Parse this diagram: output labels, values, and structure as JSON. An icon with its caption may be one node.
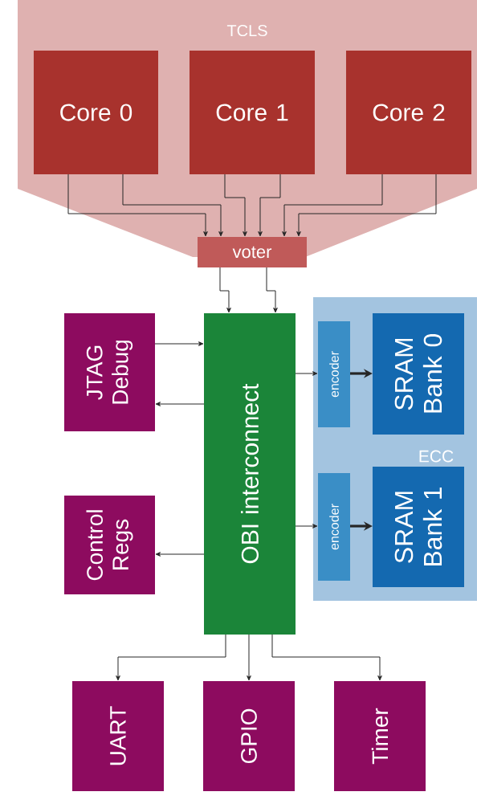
{
  "diagram": {
    "nodes": [
      {
        "text": [
          "TCLS"
        ]
      },
      {
        "text": [
          "Core 0"
        ],
        "in": 0
      },
      {
        "text": [
          "Core 1"
        ],
        "in": 0
      },
      {
        "text": [
          "Core 2"
        ],
        "in": 0
      },
      {
        "text": [
          "voter"
        ]
      },
      {
        "text": [
          "OBI interconnect"
        ]
      },
      {
        "text": [
          "JTAG Debug"
        ]
      },
      {
        "text": [
          "Control Regs"
        ]
      },
      {
        "text": [
          "ECC"
        ]
      },
      {
        "text": [
          "encoder"
        ],
        "in": 8
      },
      {
        "text": [
          "SRAM Bank 0"
        ],
        "in": 8
      },
      {
        "text": [
          "encoder"
        ],
        "in": 8
      },
      {
        "text": [
          "SRAM Bank 1"
        ],
        "in": 8
      },
      {
        "text": [
          "UART"
        ]
      },
      {
        "text": [
          "GPIO"
        ]
      },
      {
        "text": [
          "Timer"
        ]
      }
    ],
    "edges": [
      {
        "from": 1,
        "to": 4,
        "arrow": "to"
      },
      {
        "from": 1,
        "to": 4,
        "arrow": "to"
      },
      {
        "from": 2,
        "to": 4,
        "arrow": "to"
      },
      {
        "from": 2,
        "to": 4,
        "arrow": "to"
      },
      {
        "from": 3,
        "to": 4,
        "arrow": "to"
      },
      {
        "from": 3,
        "to": 4,
        "arrow": "to"
      },
      {
        "from": 4,
        "to": 5,
        "arrow": "to"
      },
      {
        "from": 4,
        "to": 5,
        "arrow": "to"
      },
      {
        "from": 6,
        "to": 5,
        "arrow": "to"
      },
      {
        "from": 5,
        "to": 6,
        "arrow": "to"
      },
      {
        "from": 5,
        "to": 7,
        "arrow": "to"
      },
      {
        "from": 5,
        "to": 9,
        "arrow": "to"
      },
      {
        "from": 9,
        "to": 10,
        "arrow": "to",
        "style": "thick"
      },
      {
        "from": 5,
        "to": 11,
        "arrow": "to"
      },
      {
        "from": 11,
        "to": 12,
        "arrow": "to",
        "style": "thick"
      },
      {
        "from": 5,
        "to": 13,
        "arrow": "to"
      },
      {
        "from": 5,
        "to": 14,
        "arrow": "to"
      },
      {
        "from": 5,
        "to": 15,
        "arrow": "to"
      }
    ]
  }
}
